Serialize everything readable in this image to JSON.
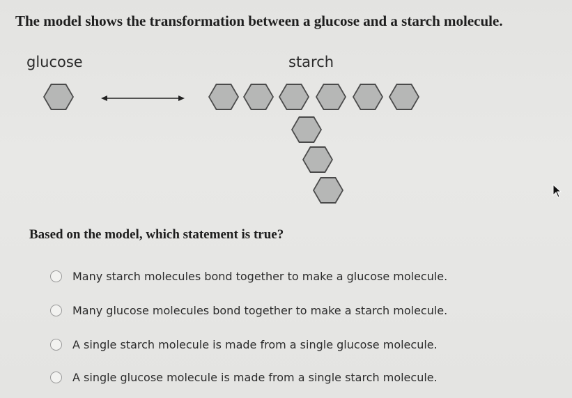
{
  "title": "The model shows the transformation between a glucose and a starch molecule.",
  "model": {
    "glucose_label": "glucose",
    "starch_label": "starch"
  },
  "question": "Based on the model, which statement is true?",
  "options": [
    "Many starch molecules bond together to make a glucose molecule.",
    "Many glucose molecules bond together to make a starch molecule.",
    "A single starch molecule is made from a single glucose molecule.",
    "A single glucose molecule is made from a single starch molecule."
  ],
  "colors": {
    "hexagon_fill": "#b6b7b6",
    "hexagon_stroke": "#4a4a4a",
    "background": "#e6e6e4"
  },
  "icons": [
    "double-arrow-icon",
    "pointer-cursor-icon",
    "radio-button-icon"
  ]
}
